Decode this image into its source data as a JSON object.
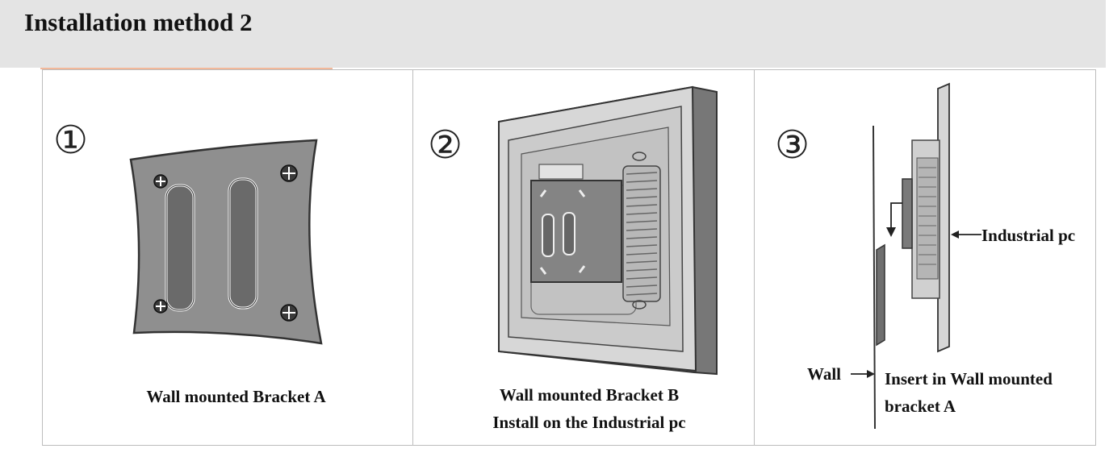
{
  "header": {
    "title": "Installation method 2"
  },
  "steps": [
    {
      "number": "①",
      "caption_lines": [
        "Wall mounted Bracket A"
      ]
    },
    {
      "number": "②",
      "caption_lines": [
        "Wall mounted Bracket B",
        "Install on the Industrial pc"
      ]
    },
    {
      "number": "③",
      "caption_lines": [
        "Insert in Wall mounted",
        "bracket A"
      ]
    }
  ],
  "labels": {
    "wall": "Wall",
    "industrial_pc": "Industrial pc"
  }
}
